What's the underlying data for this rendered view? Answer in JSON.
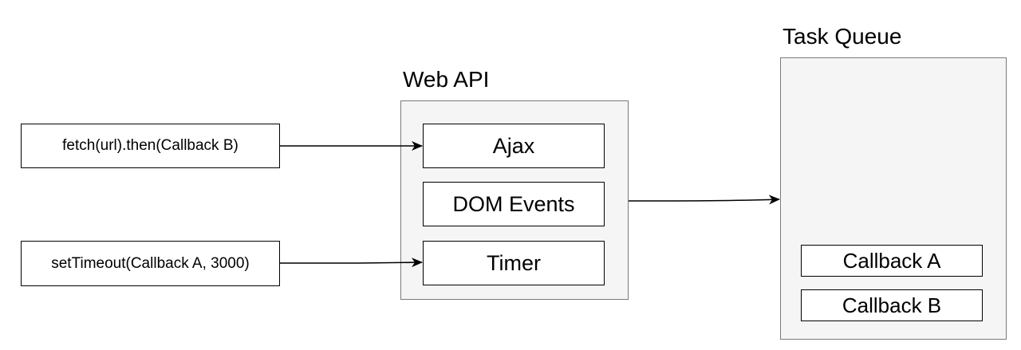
{
  "web_api": {
    "title": "Web API",
    "items": [
      "Ajax",
      "DOM Events",
      "Timer"
    ]
  },
  "task_queue": {
    "title": "Task Queue",
    "items": [
      "Callback A",
      "Callback B"
    ]
  },
  "sources": {
    "fetch": "fetch(url).then(Callback B)",
    "timeout": "setTimeout(Callback A, 3000)"
  },
  "colors": {
    "container_fill": "#f5f5f5",
    "container_border": "#7a7a7a",
    "box_border": "#000000",
    "arrow": "#000000"
  }
}
